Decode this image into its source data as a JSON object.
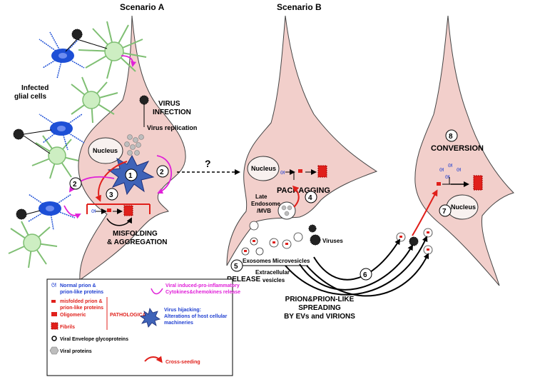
{
  "titles": {
    "scenario_a": "Scenario A",
    "scenario_b": "Scenario B"
  },
  "labels": {
    "infected_glial_1": "Infected",
    "infected_glial_2": "glial cells",
    "virus_infection_1": "VIRUS",
    "virus_infection_2": "INFECTION",
    "virus_replication": "Virus replication",
    "nucleus": "Nucleus",
    "misfolding_1": "MISFOLDING",
    "misfolding_2": "& AGGREGATION",
    "question": "?",
    "packaging": "PACKAGGING",
    "late_endosome_1": "Late",
    "late_endosome_2": "Endosome",
    "late_endosome_3": "/MVB",
    "viruses": "Viruses",
    "exosomes": "Exosomes",
    "microvesicles": "Microvesicles",
    "extracellular_1": "Extracellular",
    "extracellular_2": "vesicles",
    "release": "RELEASE",
    "conversion": "CONVERSION",
    "spreading_1": "PRION&PRION-LIKE",
    "spreading_2": "SPREADING",
    "spreading_3": "BY EVs and VIRIONS"
  },
  "steps": [
    "1",
    "2",
    "3",
    "4",
    "5",
    "6",
    "7",
    "8"
  ],
  "legend": {
    "normal_1": "Normal prion &",
    "normal_2": "prion-like proteins",
    "misfolded_1": "misfolded prion &",
    "misfolded_2": "prion-like proteins",
    "oligomeric": "Oligomeric",
    "fibrils": "Fibrils",
    "pathological": "PATHOLOGICAL",
    "envelope": "Viral Envelope glycoproteins",
    "viral_proteins": "Viral proteins",
    "cytokines_1": "Viral induced-pro-inflammatory",
    "cytokines_2": "Cytokines&chemokines release",
    "hijack_1": "Virus hijacking:",
    "hijack_2": "Alterations of host cellular",
    "hijack_3": "machineries",
    "cross_seeding": "Cross-seeding"
  },
  "colors": {
    "neuron_fill": "#f2cfcb",
    "glia_green": "#cdeec2",
    "glia_green_stroke": "#7fbf73",
    "microglia_blue": "#1d4fd6",
    "normal_blue": "#1f3fd1",
    "pathological_red": "#e0201b",
    "cytokine_magenta": "#e020d8",
    "hijack_fill": "#3f63b8"
  }
}
